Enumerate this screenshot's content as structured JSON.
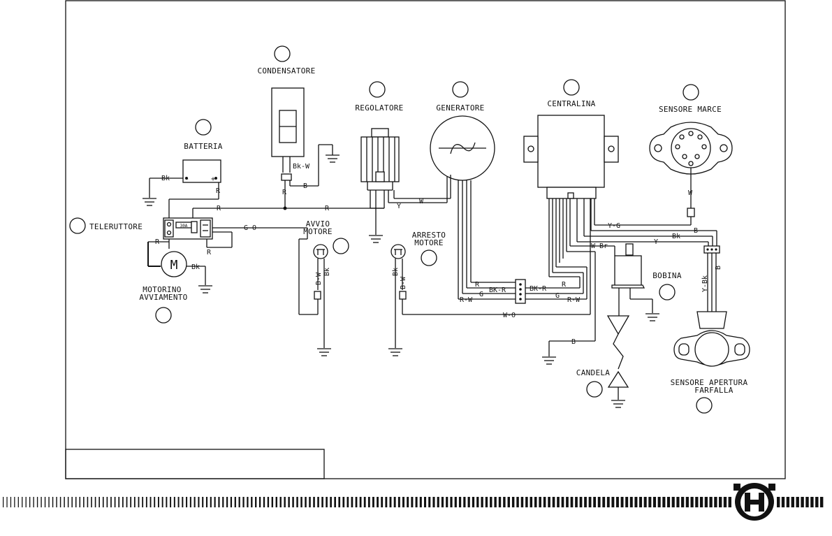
{
  "components": {
    "condensatore": "CONDENSATORE",
    "regolatore": "REGOLATORE",
    "generatore": "GENERATORE",
    "centralina": "CENTRALINA",
    "sensore_marce": "SENSORE MARCE",
    "batteria": "BATTERIA",
    "teleruttore": "TELERUTTORE",
    "avvio_motore_1": "AVVIO",
    "avvio_motore_2": "MOTORE",
    "arresto_motore_1": "ARRESTO",
    "arresto_motore_2": "MOTORE",
    "bobina": "BOBINA",
    "motorino_1": "MOTORINO",
    "motorino_2": "AVVIAMENTO",
    "candela": "CANDELA",
    "sensore_farfalla_1": "SENSORE APERTURA",
    "sensore_farfalla_2": "FARFALLA"
  },
  "wire_labels": {
    "bk": "Bk",
    "r": "R",
    "b": "B",
    "w": "W",
    "y": "Y",
    "g": "G",
    "go": "G-O",
    "bkw": "Bk-W",
    "bw": "B-W",
    "bkr": "BK-R",
    "rw": "R-W",
    "wo": "W-O",
    "yg": "Y-G",
    "wbr": "W-Br",
    "ybk": "Y-Bk",
    "minus": "-",
    "plus": "+",
    "m": "M",
    "fuse": "30A"
  },
  "colors": {
    "line": "#111111",
    "background": "#ffffff"
  },
  "footer": {
    "logo_icon": "husqvarna-h-logo"
  }
}
